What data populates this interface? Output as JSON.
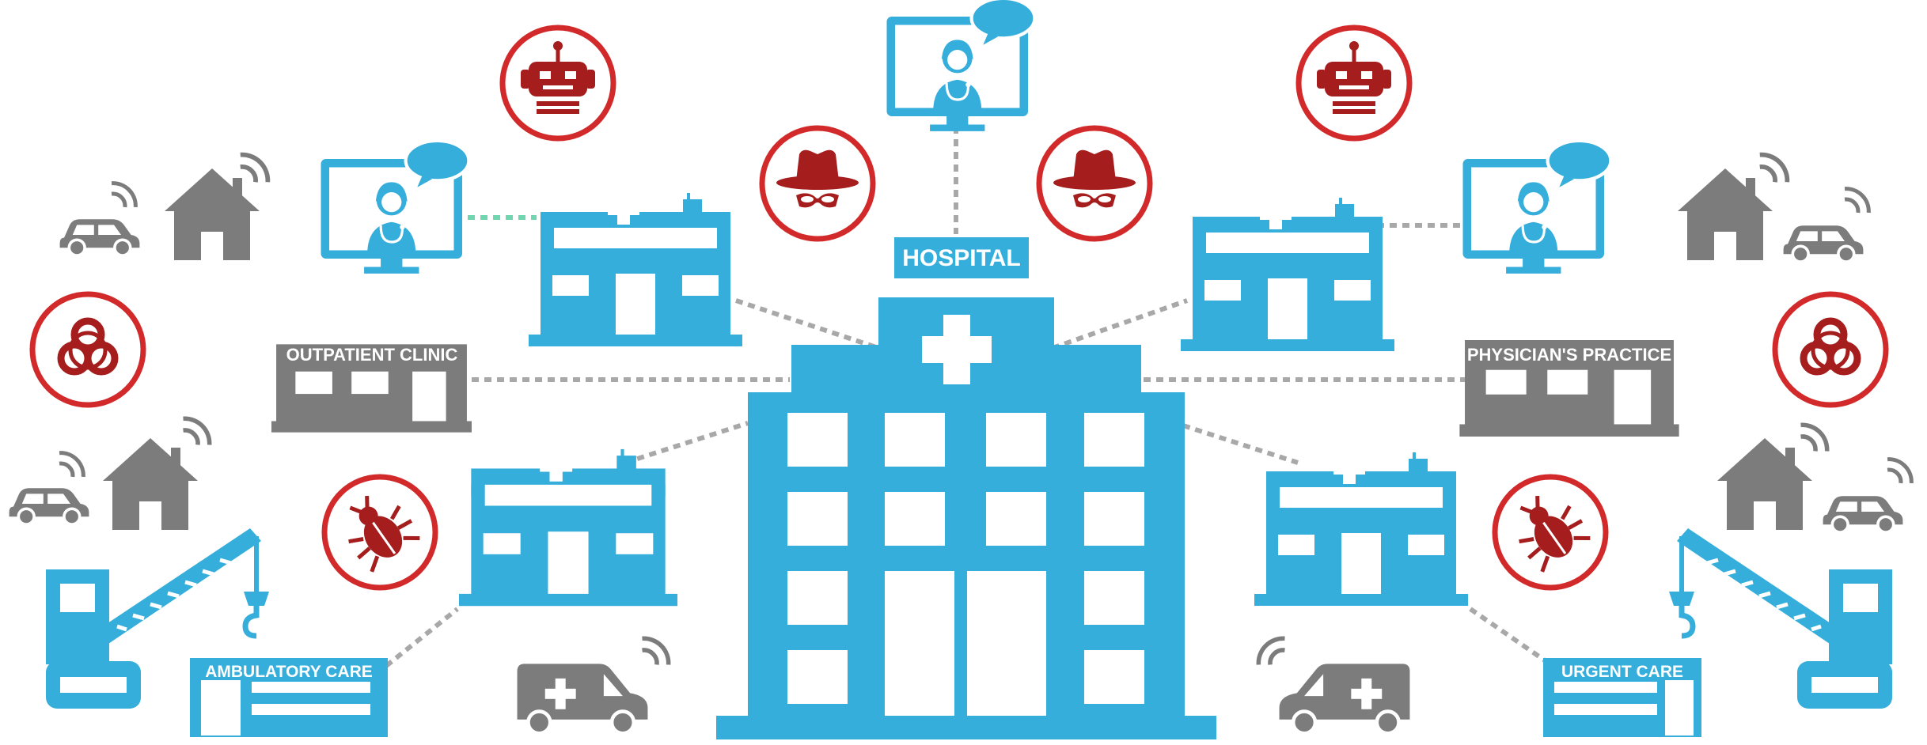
{
  "labels": {
    "hospital": "HOSPITAL",
    "outpatient": "OUTPATIENT CLINIC",
    "physician": "PHYSICIAN'S PRACTICE",
    "ambulatory": "AMBULATORY CARE",
    "urgent": "URGENT CARE"
  },
  "colors": {
    "blue": "#35aedb",
    "gray": "#7c7c7c",
    "red": "#d22a2a",
    "dark_red": "#a51d1d",
    "dashed_link": "#a8a8a8",
    "green_link": "#6fd6b0"
  },
  "icons": [
    "hospital-building-icon",
    "clinic-building-icon",
    "telehealth-monitor-icon",
    "robot-threat-icon",
    "hacker-hat-threat-icon",
    "biohazard-threat-icon",
    "bug-threat-icon",
    "house-icon",
    "connected-car-icon",
    "ambulance-icon",
    "crane-icon"
  ]
}
